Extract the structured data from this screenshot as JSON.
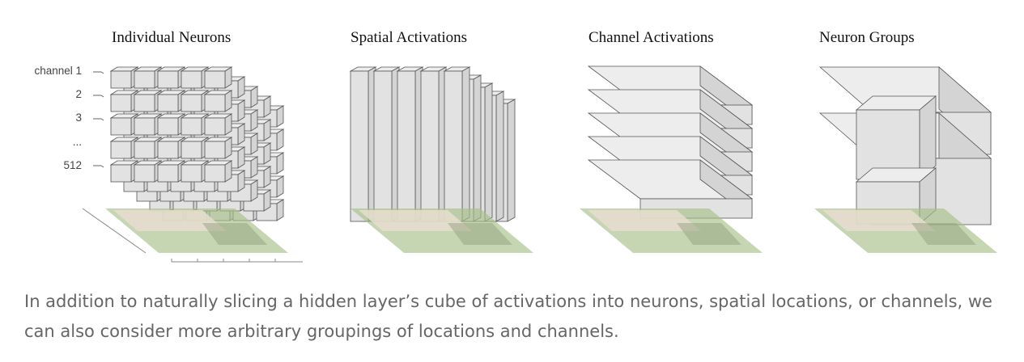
{
  "panels": [
    {
      "id": "individual-neurons",
      "title": "Individual Neurons"
    },
    {
      "id": "spatial-activations",
      "title": "Spatial Activations"
    },
    {
      "id": "channel-activations",
      "title": "Channel Activations"
    },
    {
      "id": "neuron-groups",
      "title": "Neuron Groups"
    }
  ],
  "channel_axis": {
    "labels": [
      "channel 1",
      "2",
      "3",
      "...",
      "512"
    ]
  },
  "caption": "In addition to naturally slicing a hidden layer’s cube of activations into neurons, spatial locations, or channels, we can also consider more arbitrary groupings of locations and channels.",
  "colors": {
    "face": "#e2e2e2",
    "top": "#ededed",
    "side": "#d4d4d4",
    "stroke": "#555555",
    "image_sky": "#e8ddd0",
    "image_grass": "#a8c08a"
  }
}
